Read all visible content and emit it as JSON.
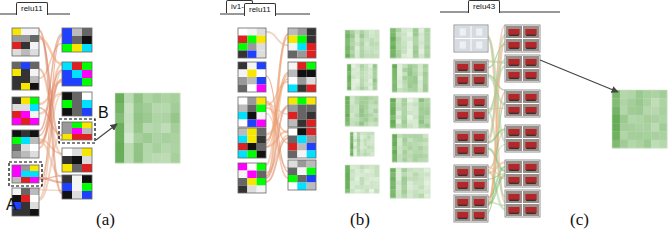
{
  "diagram": {
    "nodes": [
      {
        "text": [
          "relu11"
        ]
      },
      {
        "text": [
          "iv1-1"
        ]
      },
      {
        "text": [
          "relu11"
        ]
      },
      {
        "text": [
          "relu43"
        ]
      }
    ],
    "labels": [
      "A",
      "B",
      "(a)",
      "(b)",
      "(c)"
    ]
  }
}
